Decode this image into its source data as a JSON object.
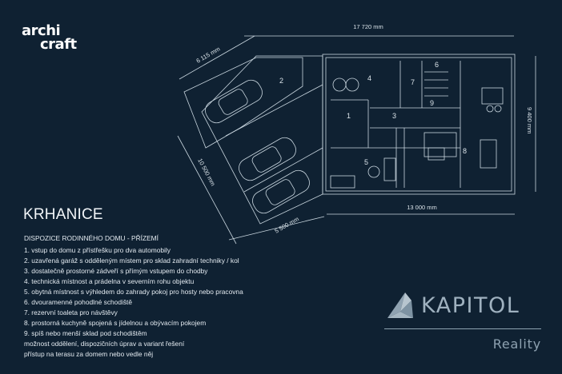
{
  "brand": {
    "line1": "archi",
    "line2": "craft"
  },
  "project": {
    "title": "KRHANICE",
    "subtitle": "DISPOZICE RODINNÉHO DOMU - PŘÍZEMÍ",
    "items": [
      "1. vstup do domu z přístřešku pro dva automobily",
      "2. uzavřená garáž s odděleným místem pro sklad zahradní techniky / kol",
      "3. dostatečně prostorné zádveří s přímým vstupem do chodby",
      "4. technická místnost a prádelna v severním rohu objektu",
      "5. obytná místnost s výhledem do zahrady pokoj pro hosty nebo pracovna",
      "6. dvouramenné pohodlné schodiště",
      "7. rezervní toaleta pro návštěvy",
      "8. prostorná kuchyně spojená s jídelnou a obývacím pokojem",
      "9. spíš nebo menší sklad pod schodištěm",
      "možnost oddělení, dispozičních úprav a variant řešení",
      "přístup na terasu za domem nebo vedle něj"
    ]
  },
  "dimensions": {
    "top": "17 720 mm",
    "right": "9 400 mm",
    "bottom": "13 000 mm",
    "garage_diag": "6 115 mm",
    "carport_left": "10 500 mm",
    "carport_bottom": "5 500 mm"
  },
  "rooms": [
    "1",
    "2",
    "3",
    "4",
    "5",
    "6",
    "7",
    "8",
    "9"
  ],
  "logo": {
    "name": "KAPITOL",
    "tagline": "Reality"
  },
  "colors": {
    "background": "#0f2132",
    "lines": "#c9d6df",
    "logo": "#9fb1bf"
  }
}
